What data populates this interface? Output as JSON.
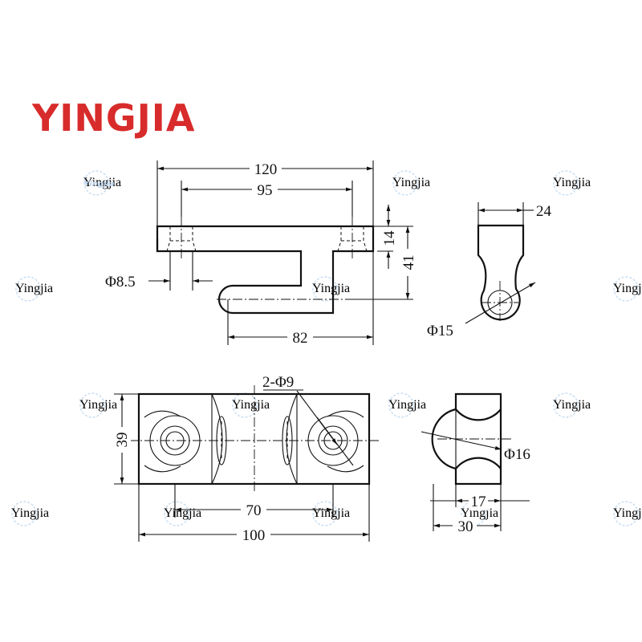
{
  "brand": {
    "name": "YINGJIA",
    "color": "#d82b2b",
    "watermark_text": "Yingjia",
    "watermark_color": "#b9d3ec"
  },
  "dimensions": {
    "top_view": {
      "overall_length": "120",
      "hole_spacing": "95",
      "hole_dia": "Φ8.5",
      "plate_thickness": "14",
      "total_height": "41",
      "hook_length": "82"
    },
    "side_view": {
      "width": "24",
      "pin_dia": "Φ15"
    },
    "front_view": {
      "holes": "2-Φ9",
      "height": "39",
      "hole_spacing": "70",
      "overall_length": "100"
    },
    "end_view": {
      "bore_dia": "Φ16",
      "inner_width": "17",
      "outer_width": "30"
    }
  }
}
